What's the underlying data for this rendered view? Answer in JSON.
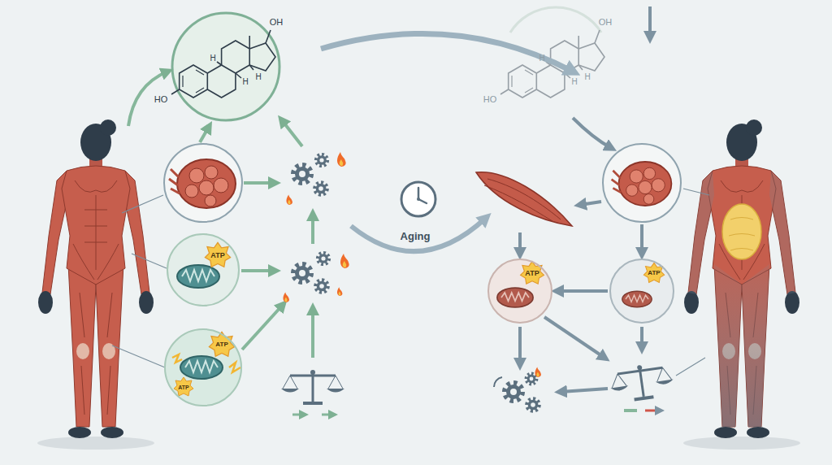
{
  "diagram": {
    "nodes": [
      {
        "text": [
          "ATP"
        ]
      },
      {
        "text": [
          "ATP",
          "ATP"
        ]
      },
      {
        "text": [
          "ATP"
        ]
      },
      {
        "text": [
          "ATP"
        ]
      }
    ],
    "edges": [
      {
        "from": 3,
        "to": 2,
        "arrow": "to"
      }
    ],
    "labels": [
      "OH",
      "HO",
      "H",
      "H",
      "H",
      "OH",
      "HO",
      "H",
      "H",
      "H",
      "Aging"
    ]
  }
}
